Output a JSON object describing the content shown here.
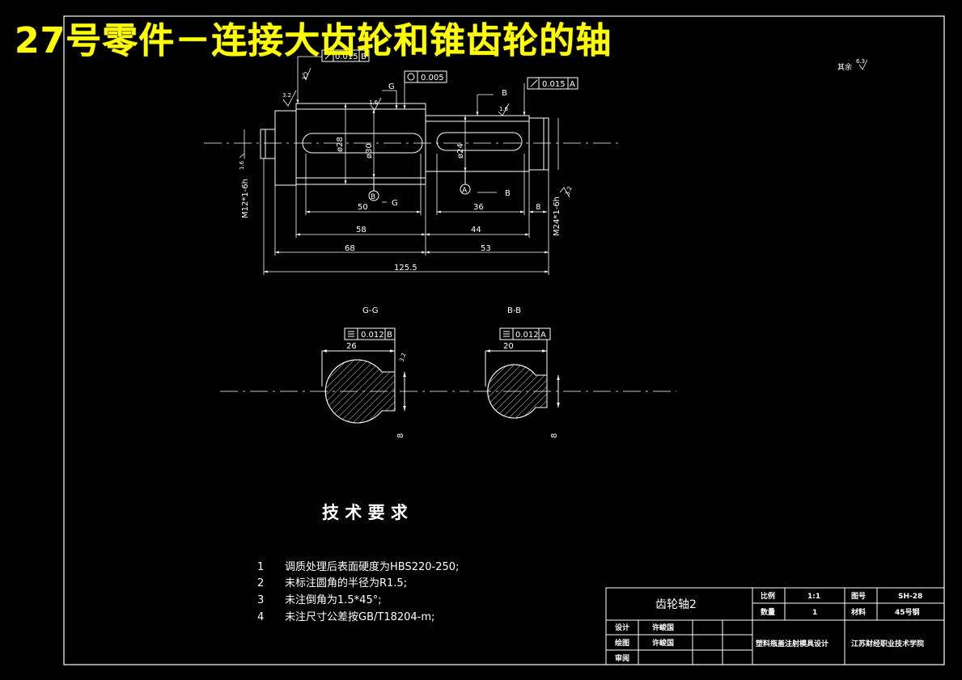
{
  "title_overlay": "27号零件－连接大齿轮和锥齿轮的轴",
  "roughness_note": "其余",
  "roughness_note_value": "6.3",
  "tolerance_frames": {
    "f1": {
      "value": "0.015",
      "datum": "B"
    },
    "f2": {
      "value": "0.005",
      "datum": ""
    },
    "f3": {
      "value": "0.015",
      "datum": "A"
    },
    "f4": {
      "value": "0.012",
      "datum": "B"
    },
    "f5": {
      "value": "0.012",
      "datum": "A"
    }
  },
  "labels": {
    "G_top": "G",
    "B_top": "B",
    "G_bottom": "G",
    "B_bottom": "B",
    "datum_B": "B",
    "datum_A": "A",
    "thread_left": "M12*1-6h",
    "thread_right": "M24*1-6h",
    "dia_left": "ø28",
    "dia_mid": "ø30",
    "dia_right": "ø24",
    "rough_16a": "1.6",
    "rough_16b": "1.6",
    "rough_16c": "1.6",
    "rough_32a": "3.2",
    "rough_32b": "3.2",
    "rough_32c": "3.2",
    "rough_32d": "3.2"
  },
  "dimensions": {
    "d50": "50",
    "d36": "36",
    "d8": "8",
    "d58": "58",
    "d44": "44",
    "d68": "68",
    "d53": "53",
    "d125": "125.5",
    "sec_w1": "26",
    "sec_w2": "20",
    "sec_k1": "8",
    "sec_k2": "8"
  },
  "sections": {
    "left": "G-G",
    "right": "B-B"
  },
  "tech_title": "技 术 要 求",
  "requirements": [
    {
      "num": "1",
      "text": "调质处理后表面硬度为HBS220-250;"
    },
    {
      "num": "2",
      "text": "未标注圆角的半径为R1.5;"
    },
    {
      "num": "3",
      "text": "未注倒角为1.5*45°;"
    },
    {
      "num": "4",
      "text": "未注尺寸公差按GB/T18204-m;"
    }
  ],
  "title_block": {
    "part_name": "齿轮轴2",
    "scale_label": "比例",
    "scale_value": "1:1",
    "drawing_no_label": "图号",
    "drawing_no_value": "SH-28",
    "qty_label": "数量",
    "qty_value": "1",
    "material_label": "材料",
    "material_value": "45号钢",
    "design_label": "设计",
    "design_name": "许峻国",
    "draw_label": "绘图",
    "draw_name": "许峻国",
    "review_label": "审阅",
    "project": "塑料瓶盖注射模具设计",
    "school": "江苏财经职业技术学院"
  }
}
